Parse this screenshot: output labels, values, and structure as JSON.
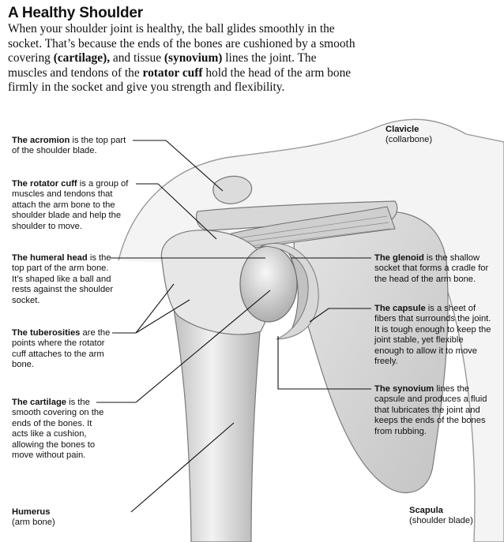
{
  "heading": {
    "title": "A Healthy Shoulder",
    "intro_1": "When your shoulder joint is healthy, the ball glides smoothly in the socket. That’s because the ends of the bones are cushioned by a smooth covering ",
    "intro_cartilage": "(cartilage),",
    "intro_2": " and tissue ",
    "intro_synovium": "(synovium)",
    "intro_3": " lines the joint. The muscles and tendons of the ",
    "intro_rotator": "rotator cuff",
    "intro_4": " hold the head of the arm bone firmly in the socket and give you strength and flexibility."
  },
  "labels": {
    "acromion": {
      "term": "The acromion",
      "desc": " is the top part of the shoulder blade."
    },
    "rotator_cuff": {
      "term": "The rotator cuff",
      "desc": " is a group of muscles and tendons that attach the arm bone to the shoulder blade and help the shoulder to move."
    },
    "humeral_head": {
      "term": "The humeral head",
      "desc": " is the top part of the arm bone. It’s shaped like a ball and rests against the shoulder socket."
    },
    "tuberosities": {
      "term": "The tuberosities",
      "desc": " are the points where the rotator cuff attaches to the arm bone."
    },
    "cartilage": {
      "term": "The cartilage",
      "desc": " is the smooth covering on the ends of the bones. It acts like a cushion, allowing the bones to move without pain."
    },
    "humerus": {
      "term": "Humerus",
      "desc": "(arm bone)"
    },
    "clavicle": {
      "term": "Clavicle",
      "desc": "(collarbone)"
    },
    "glenoid": {
      "term": "The glenoid",
      "desc": " is the shallow socket that forms a cradle for the head of the arm bone."
    },
    "capsule": {
      "term": "The capsule",
      "desc": " is a sheet of fibers that surrounds the joint. It is tough enough to keep the joint stable, yet flexible enough to allow it to move freely."
    },
    "synovium": {
      "term": "The synovium",
      "desc": " lines the capsule and produces a fluid that lubricates the joint and keeps the ends of the bones from rubbing."
    },
    "scapula": {
      "term": "Scapula",
      "desc": "(shoulder blade)"
    }
  }
}
